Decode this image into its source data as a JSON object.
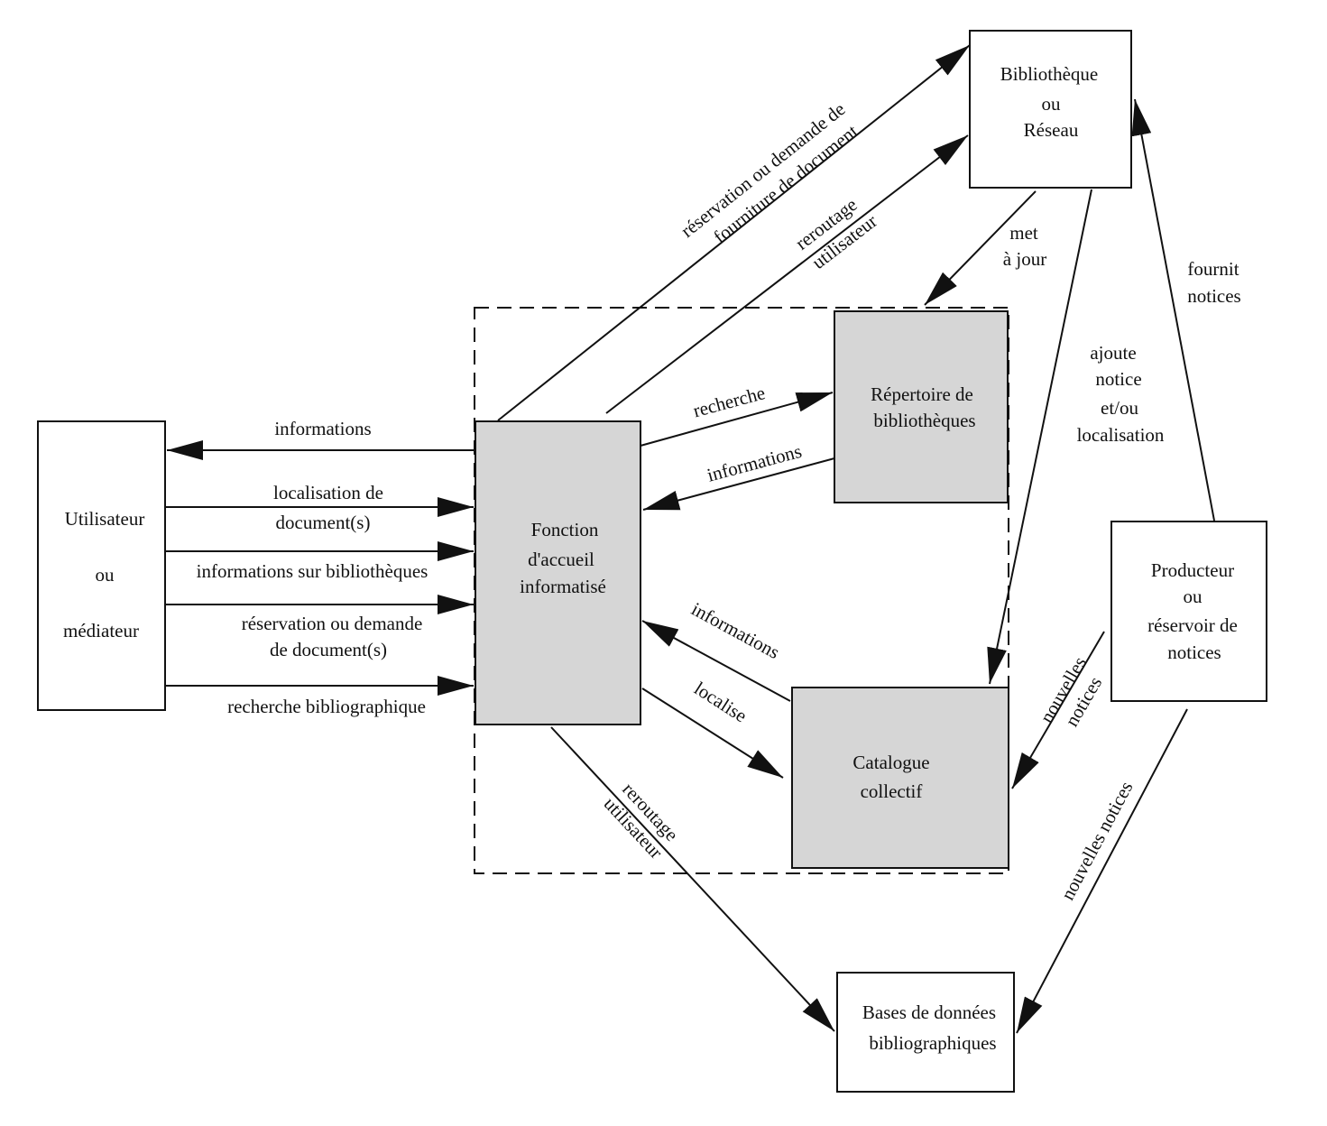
{
  "nodes": {
    "utilisateur": [
      "Utilisateur",
      "ou",
      "médiateur"
    ],
    "fonction": [
      "Fonction",
      "d'accueil",
      "informatisé"
    ],
    "repertoire": [
      "Répertoire de",
      "bibliothèques"
    ],
    "catalogue": [
      "Catalogue",
      "collectif"
    ],
    "bibliotheque": [
      "Bibliothèque",
      "ou",
      "Réseau"
    ],
    "producteur": [
      "Producteur",
      "ou",
      "réservoir de",
      "notices"
    ],
    "bases": [
      "Bases de données",
      "bibliographiques"
    ]
  },
  "edges": {
    "informations_to_user": "informations",
    "localisation": [
      "localisation de",
      "document(s)"
    ],
    "info_bibliotheques": "informations sur bibliothèques",
    "reservation_user": [
      "réservation ou demande",
      "de document(s)"
    ],
    "recherche_biblio": "recherche bibliographique",
    "reservation_top": [
      "réservation ou demande de",
      "fourniture de document"
    ],
    "reroutage_top": [
      "reroutage",
      "utilisateur"
    ],
    "met_a_jour": [
      "met",
      "à jour"
    ],
    "ajoute_notice": [
      "ajoute",
      "notice",
      "et/ou",
      "localisation"
    ],
    "fournit_notices": [
      "fournit",
      "notices"
    ],
    "recherche": "recherche",
    "informations_rep": "informations",
    "informations_cat": "informations",
    "localise": "localise",
    "nouvelles_notices_cat": [
      "nouvelles",
      "notices"
    ],
    "nouvelles_notices_bases": "nouvelles notices",
    "reroutage_bottom": [
      "reroutage",
      "utilisateur"
    ]
  },
  "colors": {
    "shaded_box": "#d6d6d6",
    "line": "#111111"
  }
}
